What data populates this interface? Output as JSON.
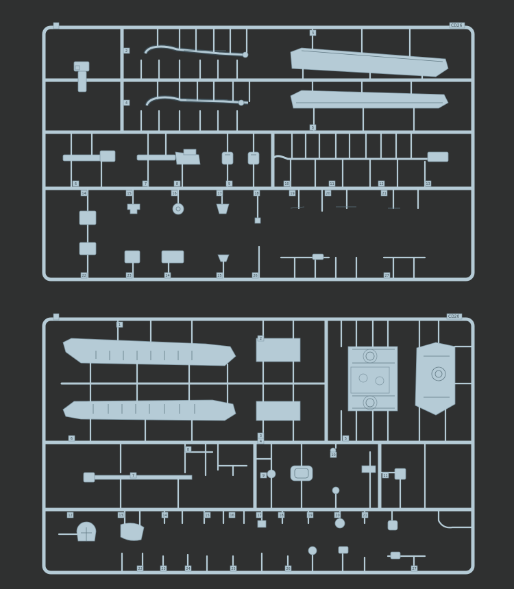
{
  "sprues": [
    {
      "id": "upper",
      "code": "CD26",
      "tag_numbers": [
        "2",
        "3",
        "4",
        "5",
        "6",
        "7",
        "8",
        "9",
        "10",
        "11",
        "12",
        "13",
        "14",
        "15",
        "16",
        "17",
        "18",
        "19",
        "20",
        "21",
        "22",
        "23",
        "24",
        "25",
        "26",
        "27"
      ]
    },
    {
      "id": "lower",
      "code": "CD20",
      "tag_numbers": [
        "1",
        "2",
        "3",
        "4",
        "5",
        "6",
        "7",
        "8",
        "9",
        "10",
        "11",
        "12",
        "13",
        "14",
        "15",
        "16",
        "17",
        "18",
        "19",
        "20",
        "21",
        "22",
        "23",
        "24",
        "25",
        "26",
        "27"
      ]
    }
  ],
  "colors": {
    "background": "#2f3030",
    "plastic": "#b5cbd6",
    "outline": "#7f97a3",
    "detail": "#5f7782"
  }
}
